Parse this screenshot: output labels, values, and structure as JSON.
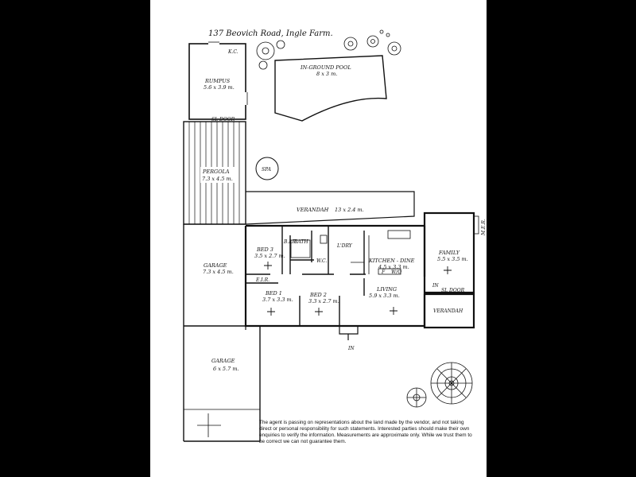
{
  "title": "137 Beovich Road, Ingle Farm.",
  "rooms": {
    "rumpus": {
      "name": "RUMPUS",
      "dims": "5.6 x 3.9 m."
    },
    "pool": {
      "name": "IN-GROUND POOL",
      "dims": "8 x 3 m."
    },
    "pergola": {
      "name": "PERGOLA",
      "dims": "7.3 x 4.5 m."
    },
    "spa": {
      "name": "SPA"
    },
    "verandah": {
      "name": "VERANDAH",
      "dims": "13 x 2.4 m."
    },
    "garage1": {
      "name": "GARAGE",
      "dims": "7.3 x 4.5 m."
    },
    "bed3": {
      "name": "BED 3",
      "dims": "3.5 x 2.7 m."
    },
    "bath": {
      "name": "BATH"
    },
    "bir": {
      "name": "B.I.R."
    },
    "wc": {
      "name": "W.C."
    },
    "ldry": {
      "name": "L'DRY"
    },
    "kitchen": {
      "name": "KITCHEN - DINE",
      "dims": "4.5 x 3.3 m."
    },
    "family": {
      "name": "FAMILY",
      "dims": "5.5 x 3.5 m."
    },
    "living": {
      "name": "LIVING",
      "dims": "5.9 x 3.3 m."
    },
    "bed1": {
      "name": "BED 1",
      "dims": "3.7 x 3.3 m."
    },
    "bed2": {
      "name": "BED 2",
      "dims": "3.3 x 2.7 m."
    },
    "eir": {
      "name": "E.I.R."
    },
    "verandah2": {
      "name": "VERANDAH"
    },
    "garage2": {
      "name": "GARAGE",
      "dims": "6 x 5.7 m."
    }
  },
  "labels": {
    "sl_door_top": "SL DOOR",
    "sl_door_family": "SL DOOR",
    "kc": "K.C.",
    "fw": "F",
    "wo": "W/O",
    "meter": "M.E.R.",
    "in_marker": "IN",
    "entry_in": "IN"
  },
  "disclaimer": "The agent is passing on representations about the land made by the vendor, and not taking direct or personal responsibility for such statements. Interested parties should make their own enquiries to verify the information. Measurements are approximate only. While we trust them to be correct we can not guarantee them."
}
